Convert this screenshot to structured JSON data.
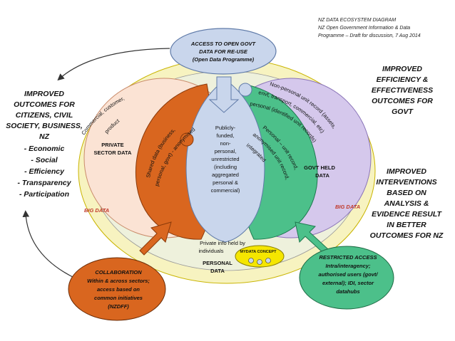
{
  "header": {
    "line1": "NZ DATA ECOSYSTEM DIAGRAM",
    "line2": "NZ Open Government Information & Data",
    "line3": "Programme – Draft for discussion, 7 Aug 2014"
  },
  "top_bubble": {
    "line1": "ACCESS TO OPEN GOVT",
    "line2": "DATA FOR RE-USE",
    "line3": "(Open Data Programme)"
  },
  "left_outcomes": {
    "lines": [
      "IMPROVED",
      "OUTCOMES FOR",
      "CITIZENS, CIVIL",
      "SOCIETY, BUSINESS,",
      "NZ",
      "- Economic",
      "- Social",
      "- Efficiency",
      "- Transparency",
      "- Participation"
    ]
  },
  "right_top": {
    "lines": [
      "IMPROVED",
      "EFFICIENCY &",
      "EFFECTIVENESS",
      "OUTCOMES FOR",
      "GOVT"
    ]
  },
  "right_bottom": {
    "lines": [
      "IMPROVED",
      "INTERVENTIONS",
      "BASED ON",
      "ANALYSIS &",
      "EVIDENCE RESULT",
      "IN BETTER",
      "OUTCOMES FOR NZ"
    ]
  },
  "big_data": {
    "left": "BIG DATA",
    "right": "BIG DATA"
  },
  "private_sector": {
    "title1": "PRIVATE",
    "title2": "SECTOR DATA",
    "arc1": "Commercial, customer,",
    "arc2": "product"
  },
  "shared": {
    "line1": "Shared data (business,",
    "line2": "personal, govt) - anonymised"
  },
  "center": {
    "lines": [
      "Publicly-",
      "funded,",
      "non-",
      "personal,",
      "unrestricted",
      "(including",
      "aggregated",
      "personal &",
      "commercial)"
    ]
  },
  "govt_held": {
    "title1": "GOVT HELD",
    "title2": "DATA",
    "arc1": "Non-personal unit record (assets,",
    "arc2": "envt, transport, commercial, etc)",
    "arc3": "personal (identified unit records)"
  },
  "personal_unit": {
    "line1": "Personal – unit record,",
    "line2": "anonymised unit record,",
    "line3": "integrated"
  },
  "personal_data": {
    "line1": "Private info held by",
    "line2": "individuals",
    "title1": "PERSONAL",
    "title2": "DATA",
    "mydata": "MYDATA CONCEPT"
  },
  "collaboration": {
    "lines": [
      "COLLABORATION",
      "Within & across sectors;",
      "access based on",
      "common initiatives",
      "(NZDFF)"
    ]
  },
  "restricted": {
    "lines": [
      "RESTRICTED ACCESS",
      "Intra/interagency;",
      "authorised users (govt/",
      "external); IDI, sector",
      "datahubs"
    ]
  },
  "colors": {
    "big_data_ring": "#f7f3c0",
    "private_sector": "#fbe3d4",
    "shared_orange": "#d9661f",
    "center_blue": "#c9d6ec",
    "govt_purple": "#d5c8ec",
    "personal_green": "#4cc08a",
    "personal_region": "#e6efd6",
    "mydata_yellow": "#f5e600",
    "collaboration": "#d9661f",
    "restricted": "#4cc08a",
    "top_bubble": "#c9d6ec"
  }
}
